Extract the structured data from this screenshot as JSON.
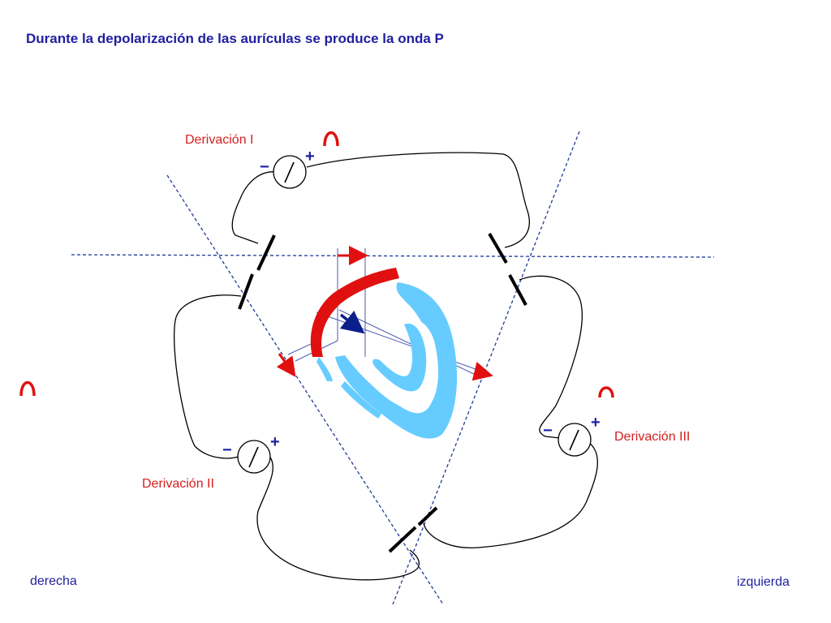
{
  "title": "Durante la depolarización de las aurículas se produce la onda P",
  "leads": {
    "lead1": "Derivación I",
    "lead2": "Derivación II",
    "lead3": "Derivación III"
  },
  "sides": {
    "right": "derecha",
    "left": "izquierda"
  },
  "signs": {
    "minus": "−",
    "plus": "+"
  },
  "colors": {
    "title": "#1f1fa0",
    "lead_text": "#d42020",
    "side_text": "#1f1fa0",
    "atria": "#e01010",
    "ventricles": "#66ccff",
    "axis": "#1f3a9a",
    "vector": "#0a1f8a",
    "wire": "#000000"
  },
  "icons": [
    "galvanometer-icon",
    "p-wave-icon",
    "electrode-icon"
  ]
}
